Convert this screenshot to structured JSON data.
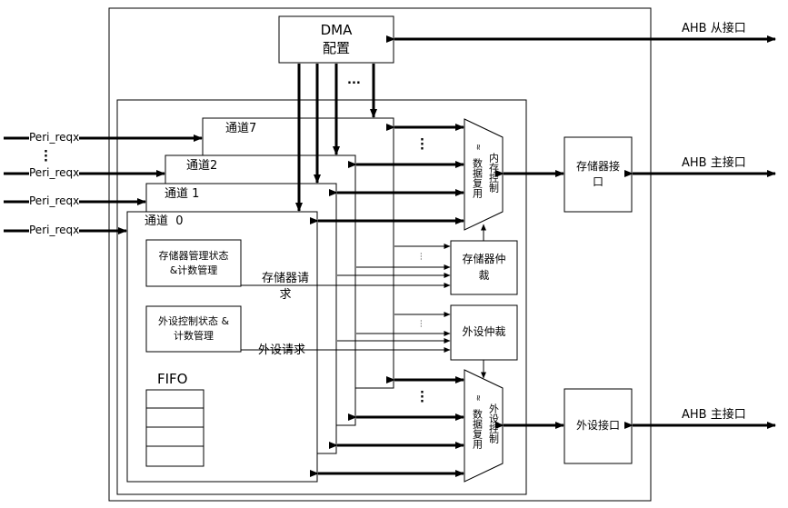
{
  "dma": {
    "line1": "DMA",
    "line2": "配置"
  },
  "ahb": {
    "slave": "AHB 从接口",
    "master1": "AHB 主接口",
    "master2": "AHB 主接口"
  },
  "channels": [
    "通道7",
    "通道2",
    "通道 1",
    "通道  0"
  ],
  "peri_req": [
    "Peri_reqx",
    "Peri_reqx",
    "Peri_reqx",
    "Peri_reqx"
  ],
  "channel0": {
    "mem_mgmt": {
      "line1": "存储器管理状态",
      "line2": "&计数管理"
    },
    "periph_ctrl": {
      "line1": "外设控制状态 &",
      "line2": "计数管理"
    },
    "fifo": "FIFO",
    "mem_req": {
      "line1": "存储器请",
      "line2": "求"
    },
    "periph_req": "外设请求"
  },
  "mux_top": {
    "left": "数据复用",
    "right": "内存控制",
    "approx": "≈"
  },
  "mux_bottom": {
    "left": "数据复用",
    "right": "外设控制",
    "approx": "≈"
  },
  "mem_arbiter": {
    "line1": "存储器仲",
    "line2": "裁"
  },
  "periph_arbiter": "外设仲裁",
  "mem_interface": {
    "line1": "存储器接",
    "line2": "口"
  },
  "periph_interface": "外设接口",
  "ellipsis": "..."
}
